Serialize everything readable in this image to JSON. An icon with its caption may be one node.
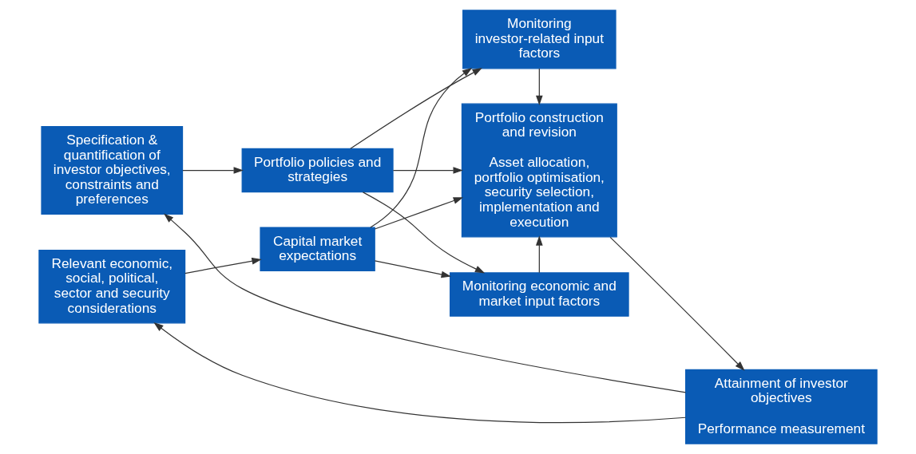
{
  "diagram": {
    "nodes": [
      {
        "text": [
          "Specification & quantification of investor objectives, constraints and preferences"
        ]
      },
      {
        "text": [
          "Portfolio policies and strategies"
        ]
      },
      {
        "text": [
          "Monitoring investor-related input factors"
        ]
      },
      {
        "text": [
          "Portfolio construction and revision",
          "Asset allocation, portfolio optimisation, security selection, implementation and execution"
        ]
      },
      {
        "text": [
          "Attainment of investor objectives",
          "Performance measurement"
        ]
      },
      {
        "text": [
          "Relevant economic, social, political, sector and security considerations"
        ]
      },
      {
        "text": [
          "Capital market expectations"
        ]
      },
      {
        "text": [
          "Monitoring economic and market input factors"
        ]
      }
    ],
    "edges": [
      {
        "from": 0,
        "to": 1,
        "arrow": "to"
      },
      {
        "from": 1,
        "to": 2,
        "arrow": "to"
      },
      {
        "from": 1,
        "to": 3,
        "arrow": "to"
      },
      {
        "from": 1,
        "to": 7,
        "arrow": "to"
      },
      {
        "from": 6,
        "to": 2,
        "arrow": "to"
      },
      {
        "from": 6,
        "to": 3,
        "arrow": "to"
      },
      {
        "from": 6,
        "to": 7,
        "arrow": "to"
      },
      {
        "from": 2,
        "to": 3,
        "arrow": "to"
      },
      {
        "from": 7,
        "to": 3,
        "arrow": "to"
      },
      {
        "from": 3,
        "to": 4,
        "arrow": "to"
      },
      {
        "from": 4,
        "to": 0,
        "arrow": "to"
      },
      {
        "from": 4,
        "to": 5,
        "arrow": "to"
      },
      {
        "from": 5,
        "to": 6,
        "arrow": "to"
      }
    ]
  }
}
